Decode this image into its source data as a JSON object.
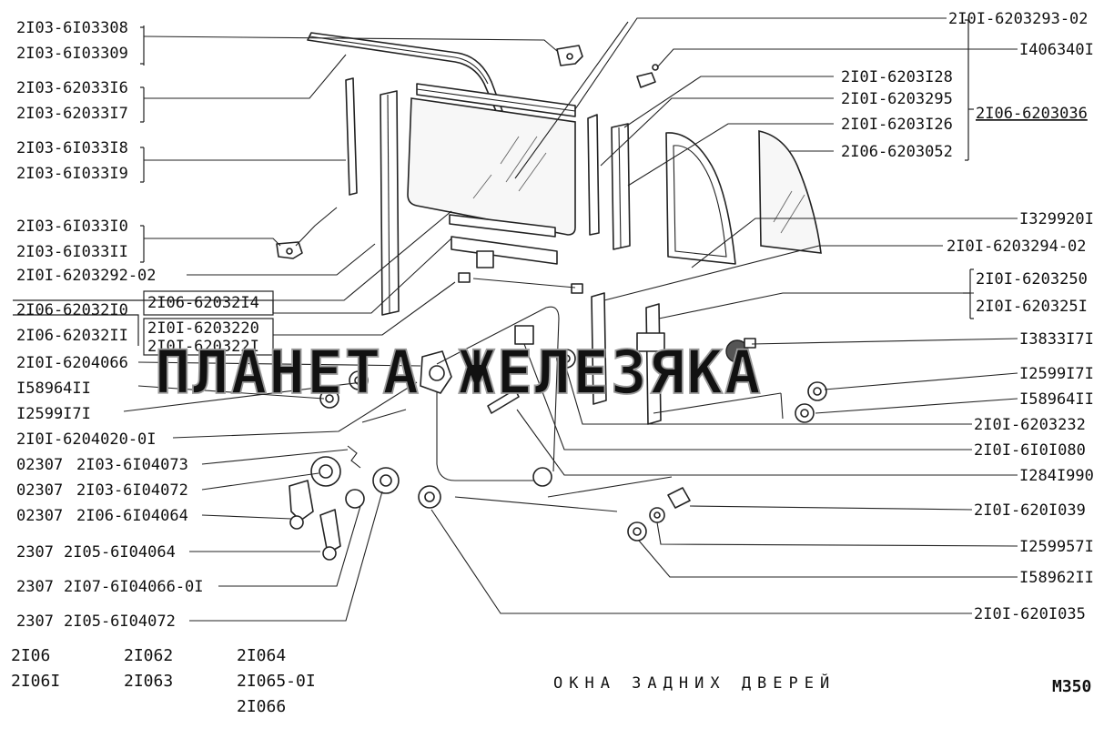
{
  "labels": {
    "l1": "2I03-6I03308",
    "l2": "2I03-6I03309",
    "l3": "2I03-62033I6",
    "l4": "2I03-62033I7",
    "l5": "2I03-6I033I8",
    "l6": "2I03-6I033I9",
    "l7": "2I03-6I033I0",
    "l8": "2I03-6I033II",
    "l9": "2I0I-6203292-02",
    "l10": "2I06-62032I0",
    "l11": "2I06-62032I4",
    "l12": "2I06-62032II",
    "l13": "2I0I-6203220",
    "l14": "2I0I-620322I",
    "l15": "2I0I-6204066",
    "l16": "I58964II",
    "l17": "I2599I7I",
    "l18": "2I0I-6204020-0I",
    "l19a": "02307",
    "l19b": "2I03-6I04073",
    "l20a": "02307",
    "l20b": "2I03-6I04072",
    "l21a": "02307",
    "l21b": "2I06-6I04064",
    "l22a": "2307",
    "l22b": "2I05-6I04064",
    "l23a": "2307",
    "l23b": "2I07-6I04066-0I",
    "l24a": "2307",
    "l24b": "2I05-6I04072",
    "r1": "2I0I-6203293-02",
    "r2": "I406340I",
    "r3": "2I0I-6203I28",
    "r4": "2I0I-6203295",
    "r5": "2I0I-6203I26",
    "r6": "2I06-6203052",
    "r7": "2I06-6203036",
    "r8": "I329920I",
    "r9": "2I0I-6203294-02",
    "r10": "2I0I-6203250",
    "r11": "2I0I-620325I",
    "r12": "I3833I7I",
    "r13": "I2599I7I",
    "r14": "I58964II",
    "r15": "2I0I-6203232",
    "r16": "2I0I-6I0I080",
    "r17": "I284I990",
    "r18": "2I0I-620I039",
    "r19": "I259957I",
    "r20": "I58962II",
    "r21": "2I0I-620I035"
  },
  "models": [
    "2I06",
    "2I06I",
    "2I062",
    "2I063",
    "2I064",
    "2I065-0I",
    "2I066"
  ],
  "caption": "ОКНА ЗАДНИХ ДВЕРЕЙ",
  "sheet": "M350",
  "watermark": "ПЛАНЕТА ЖЕЛЕЗЯКА"
}
